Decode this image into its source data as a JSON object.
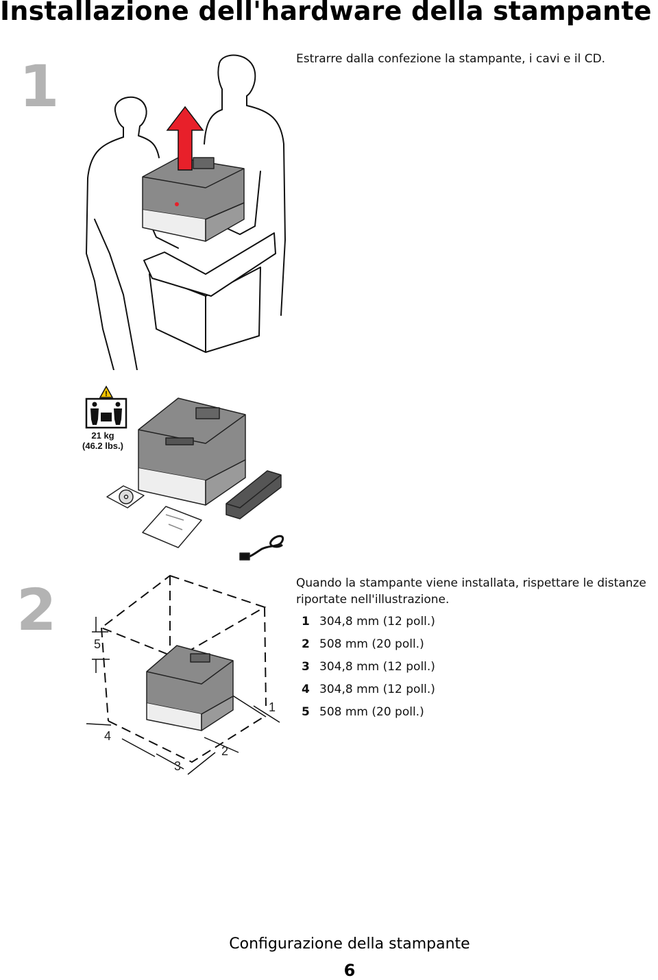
{
  "page": {
    "title": "Installazione dell'hardware della stampante",
    "footer_title": "Configurazione della stampante",
    "page_number": "6"
  },
  "step1": {
    "number": "1",
    "text": "Estrarre dalla confezione la stampante, i cavi e il CD.",
    "weight_label_line1": "21 kg",
    "weight_label_line2": "(46.2 lbs.)"
  },
  "step2": {
    "number": "2",
    "text_line1": "Quando la stampante viene installata, rispettare le distanze",
    "text_line2": "riportate nell'illustrazione.",
    "clearances": [
      {
        "n": "1",
        "value": "304,8 mm (12 poll.)"
      },
      {
        "n": "2",
        "value": "508 mm (20 poll.)"
      },
      {
        "n": "3",
        "value": "304,8 mm (12 poll.)"
      },
      {
        "n": "4",
        "value": "304,8 mm (12 poll.)"
      },
      {
        "n": "5",
        "value": "508 mm (20 poll.)"
      }
    ],
    "diagram_labels": {
      "l1": "1",
      "l2": "2",
      "l3": "3",
      "l4": "4",
      "l5": "5"
    }
  },
  "colors": {
    "step_number": "#b3b3b3",
    "arrow": "#e8202a",
    "printer_body": "#8a8a8a"
  }
}
